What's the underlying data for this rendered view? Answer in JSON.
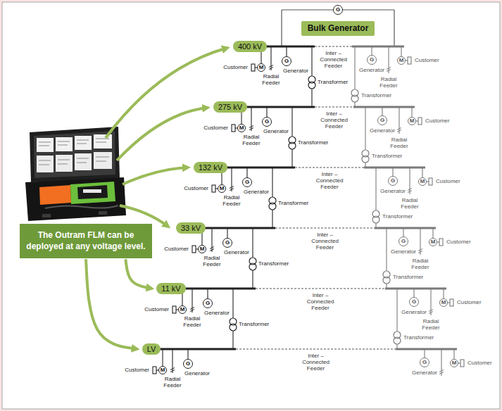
{
  "diagram": {
    "nodes": [
      {
        "text": [
          "G"
        ]
      },
      {
        "text": [
          "Bulk Generator"
        ]
      },
      {
        "text": [
          "400 kV"
        ]
      },
      {
        "text": [
          "M"
        ]
      },
      {
        "text": [
          "G"
        ]
      },
      {
        "text": [
          "G"
        ]
      },
      {
        "text": [
          "M"
        ]
      },
      {
        "text": [
          "275 kV"
        ]
      },
      {
        "text": [
          "M"
        ]
      },
      {
        "text": [
          "G"
        ]
      },
      {
        "text": [
          "G"
        ]
      },
      {
        "text": [
          "M"
        ]
      },
      {
        "text": [
          "132 kV"
        ]
      },
      {
        "text": [
          "M"
        ]
      },
      {
        "text": [
          "G"
        ]
      },
      {
        "text": [
          "G"
        ]
      },
      {
        "text": [
          "M"
        ]
      },
      {
        "text": [
          "33 kV"
        ]
      },
      {
        "text": [
          "M"
        ]
      },
      {
        "text": [
          "G"
        ]
      },
      {
        "text": [
          "G"
        ]
      },
      {
        "text": [
          "M"
        ]
      },
      {
        "text": [
          "The Outram FLM can be deployed at any voltage level."
        ]
      },
      {
        "text": [
          "11 kV"
        ]
      },
      {
        "text": [
          "M"
        ]
      },
      {
        "text": [
          "G"
        ]
      },
      {
        "text": [
          "G"
        ]
      },
      {
        "text": [
          "M"
        ]
      },
      {
        "text": [
          "LV"
        ]
      },
      {
        "text": [
          "M"
        ]
      },
      {
        "text": [
          "G"
        ]
      },
      {
        "text": [
          "G"
        ]
      },
      {
        "text": [
          "M"
        ]
      }
    ],
    "edges": [
      {
        "from": 22,
        "to": 23,
        "arrow": "to"
      },
      {
        "from": 22,
        "to": 28,
        "arrow": "to"
      }
    ],
    "labels": [
      "Customer",
      "Radial Feeder",
      "Generator",
      "Transformer",
      "Inter – Connected Feeder",
      "Generator",
      "Radial Feeder",
      "Customer",
      "Transformer",
      "Customer",
      "Radial Feeder",
      "Generator",
      "Transformer",
      "Inter – Connected Feeder",
      "Generator",
      "Radial Feeder",
      "Customer",
      "Transformer",
      "Customer",
      "Radial Feeder",
      "Generator",
      "Transformer",
      "Inter – Connected Feeder",
      "Generator",
      "Radial Feeder",
      "Customer",
      "Transformer",
      "Customer",
      "Radial Feeder",
      "Generator",
      "Transformer",
      "Inter – Connected Feeder",
      "Generator",
      "Radial Feeder",
      "Customer",
      "Transformer",
      "Customer",
      "Radial Feeder",
      "Generator",
      "Transformer",
      "Inter – Connected Feeder",
      "Generator",
      "Radial Feeder",
      "Customer",
      "Transformer",
      "Customer",
      "Radial Feeder",
      "Generator",
      "Inter – Connected Feeder",
      "Generator",
      "Customer"
    ]
  }
}
